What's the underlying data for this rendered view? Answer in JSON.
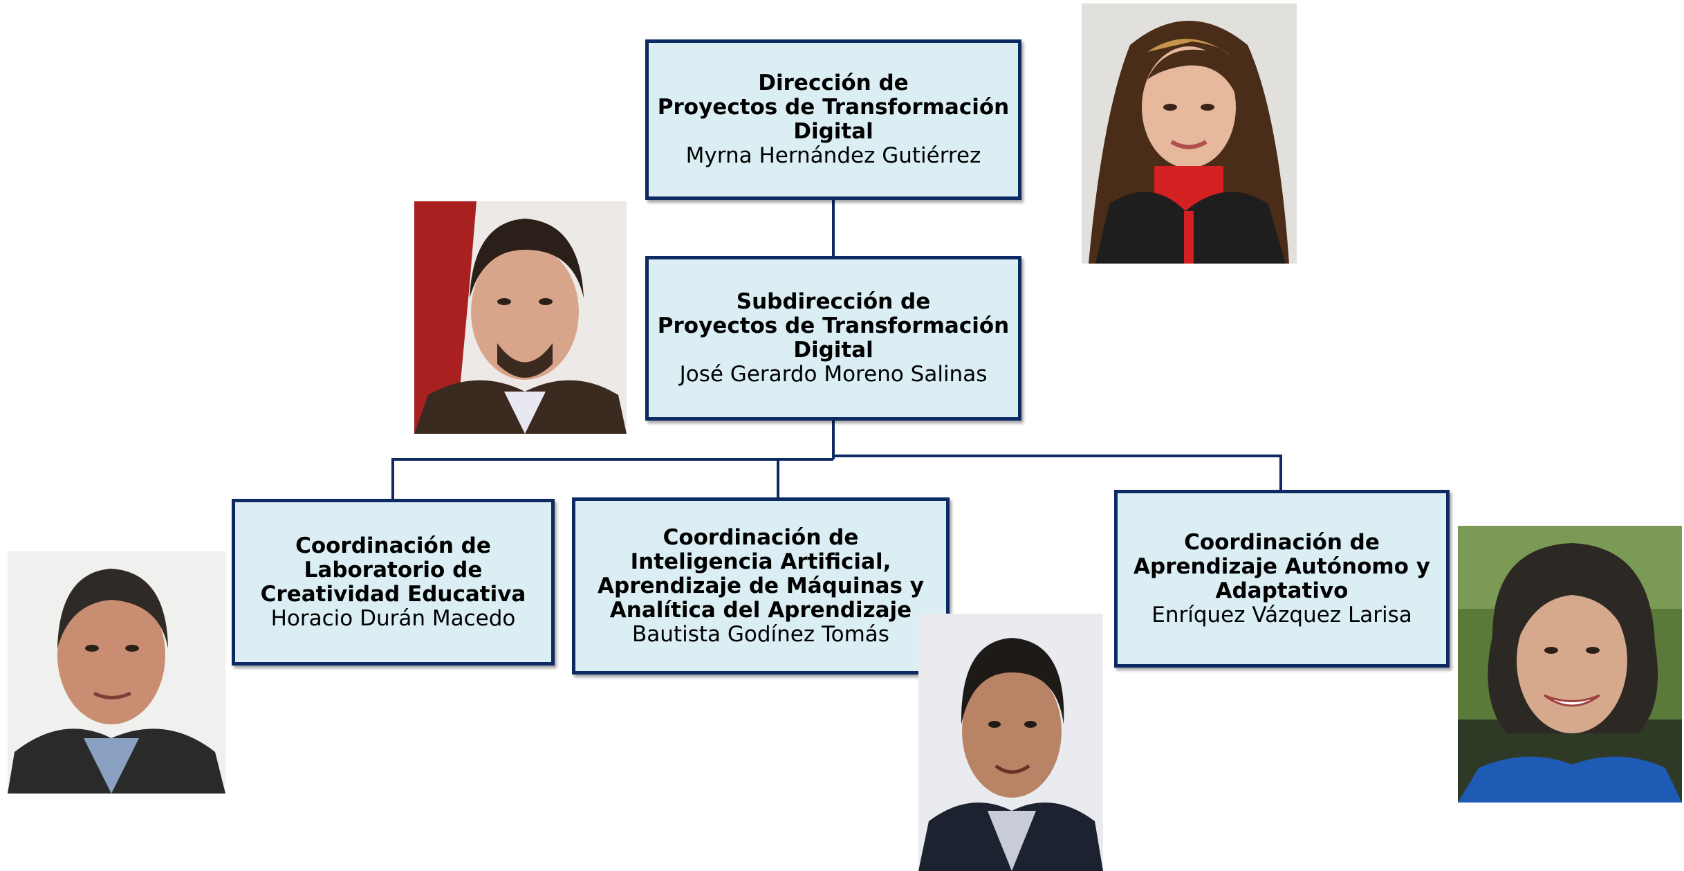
{
  "org_chart": {
    "direccion": {
      "title_lines": [
        "Dirección de",
        "Proyectos de Transformación",
        "Digital"
      ],
      "name": "Myrna Hernández Gutiérrez"
    },
    "subdireccion": {
      "title_lines": [
        "Subdirección de",
        "Proyectos de Transformación",
        "Digital"
      ],
      "name": "José Gerardo Moreno Salinas"
    },
    "coord_laboratorio": {
      "title_lines": [
        "Coordinación de",
        "Laboratorio de",
        "Creatividad Educativa"
      ],
      "name": "Horacio Durán Macedo"
    },
    "coord_ia": {
      "title_lines": [
        "Coordinación de",
        "Inteligencia Artificial,",
        "Aprendizaje de Máquinas y",
        "Analítica del Aprendizaje"
      ],
      "name": "Bautista Godínez Tomás"
    },
    "coord_aprendizaje": {
      "title_lines": [
        "Coordinación de",
        "Aprendizaje Autónomo y",
        "Adaptativo"
      ],
      "name": "Enríquez Vázquez Larisa"
    }
  },
  "colors": {
    "box_fill": "#daeef3",
    "box_border": "#0d2a62",
    "connector": "#0d2a62"
  }
}
